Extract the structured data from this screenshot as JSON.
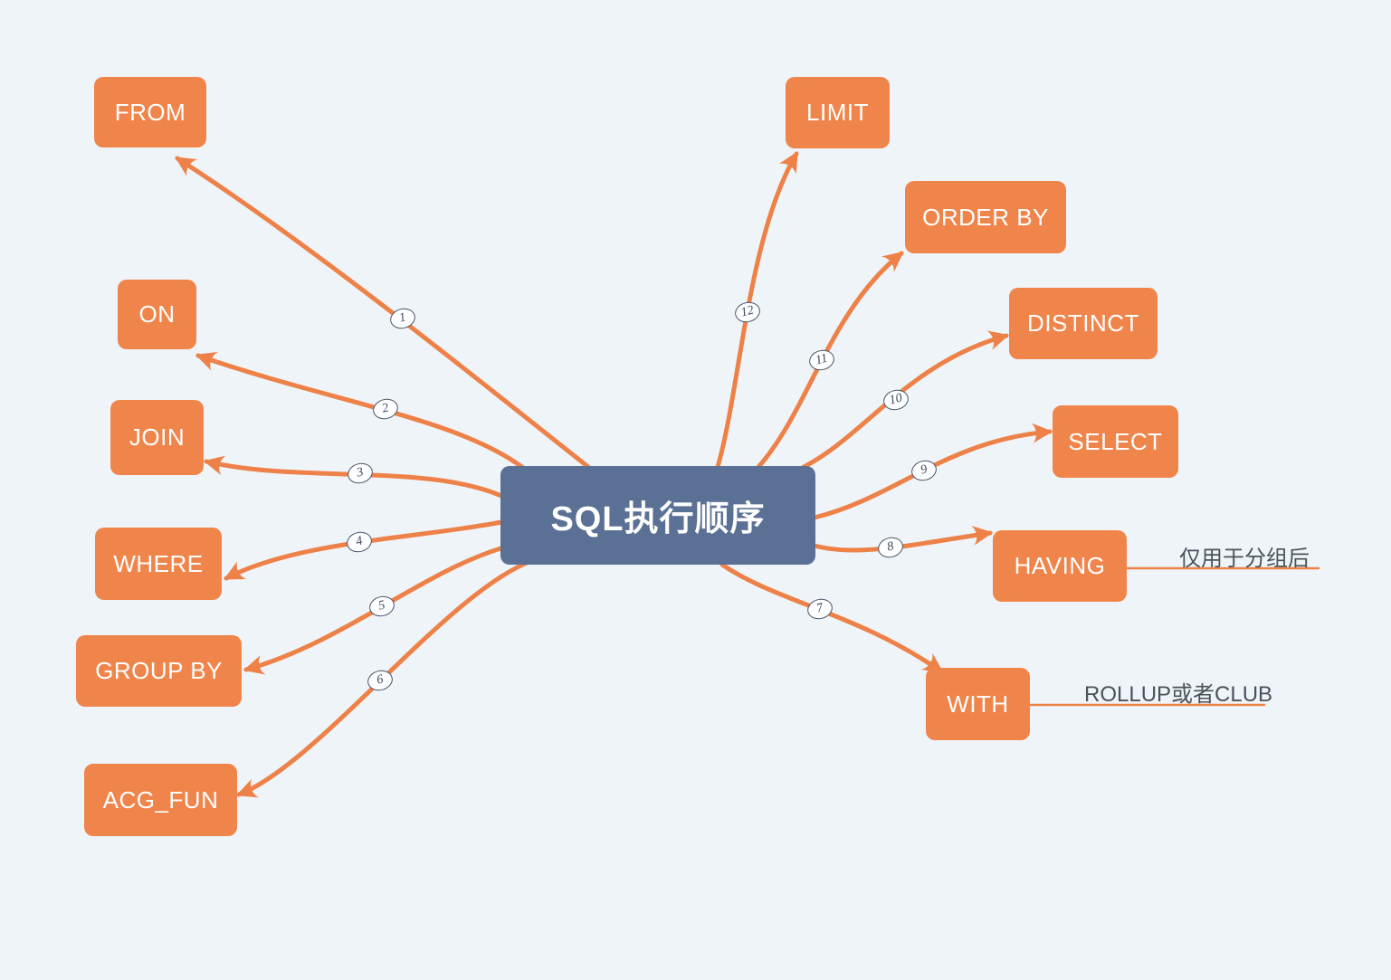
{
  "title": "SQL执行顺序",
  "colors": {
    "background": "#eff4f9",
    "topic_fill": "#f0854b",
    "connector": "#ee8147",
    "center_fill": "#5a7095",
    "topic_text": "#ffffff",
    "badge_border": "#4a5568",
    "badge_text": "#3d4757",
    "note_text": "#4a525c"
  },
  "center": {
    "label": "SQL执行顺序"
  },
  "nodes": [
    {
      "id": "from",
      "label": "FROM",
      "order": "1"
    },
    {
      "id": "on",
      "label": "ON",
      "order": "2"
    },
    {
      "id": "join",
      "label": "JOIN",
      "order": "3"
    },
    {
      "id": "where",
      "label": "WHERE",
      "order": "4"
    },
    {
      "id": "group-by",
      "label": "GROUP BY",
      "order": "5"
    },
    {
      "id": "acg-fun",
      "label": "ACG_FUN",
      "order": "6"
    },
    {
      "id": "with",
      "label": "WITH",
      "order": "7",
      "note": "ROLLUP或者CLUB"
    },
    {
      "id": "having",
      "label": "HAVING",
      "order": "8",
      "note": "仅用于分组后"
    },
    {
      "id": "select",
      "label": "SELECT",
      "order": "9"
    },
    {
      "id": "distinct",
      "label": "DISTINCT",
      "order": "10"
    },
    {
      "id": "order-by",
      "label": "ORDER BY",
      "order": "11"
    },
    {
      "id": "limit",
      "label": "LIMIT",
      "order": "12"
    }
  ]
}
